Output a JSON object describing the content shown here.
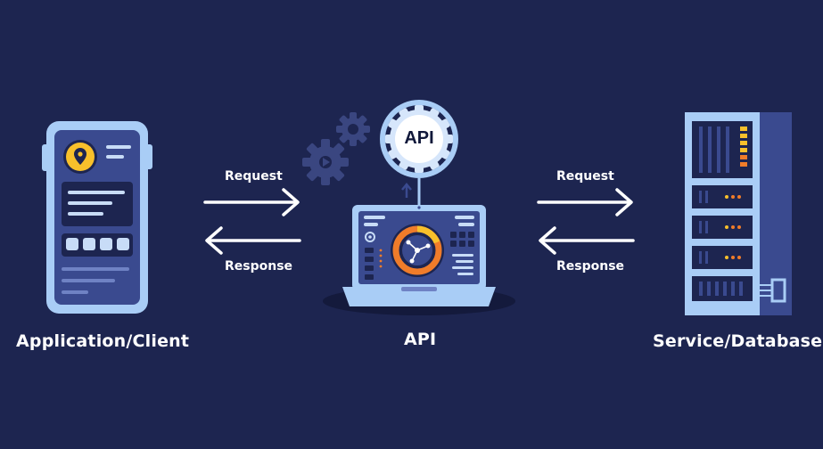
{
  "nodes": {
    "client": {
      "label": "Application/Client"
    },
    "api": {
      "label": "API",
      "badge": "API"
    },
    "service": {
      "label": "Service/Database"
    }
  },
  "arrows": {
    "left_request": "Request",
    "left_response": "Response",
    "right_request": "Request",
    "right_response": "Response"
  },
  "colors": {
    "background": "#1d2550",
    "device_frame": "#a9cdf6",
    "device_screen": "#3a4a8f",
    "accent_orange": "#f07c2a",
    "accent_yellow": "#f8c02b",
    "gear": "#3a4680",
    "arrow": "#ffffff"
  }
}
